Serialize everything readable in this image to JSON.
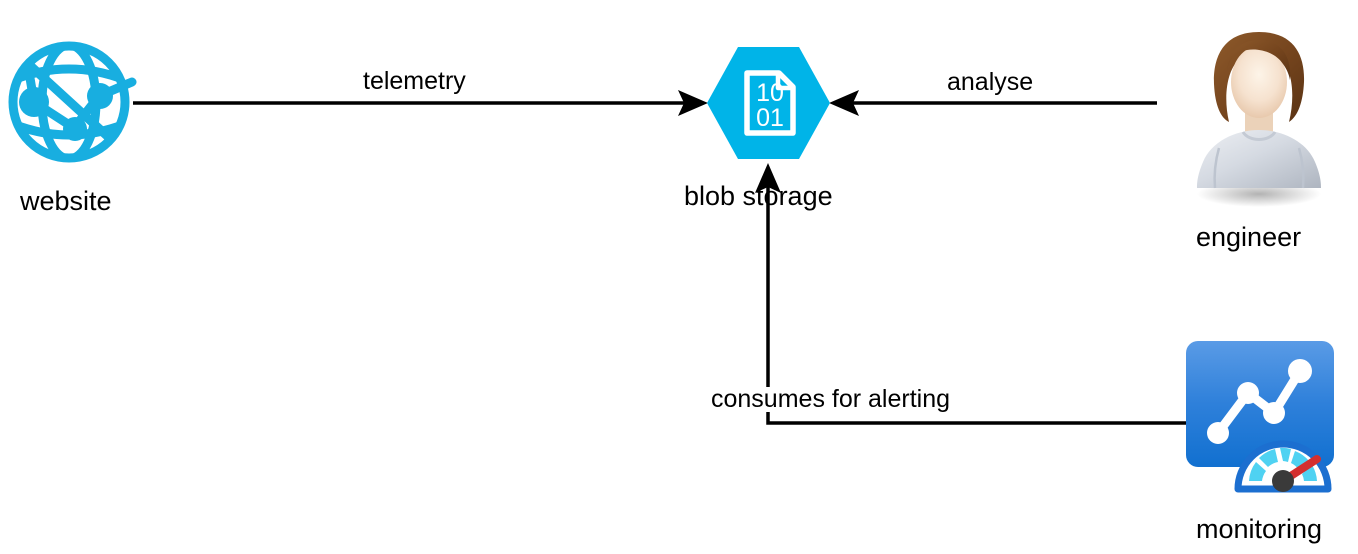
{
  "diagram": {
    "title": "telemetry pipeline architecture diagram",
    "background_color": "#ffffff",
    "stroke_color": "#000000",
    "nodes": [
      {
        "id": "website",
        "label": "website",
        "icon": "globe-network-icon",
        "color": "#18AEE0"
      },
      {
        "id": "blob_storage",
        "label": "blob storage",
        "icon": "hexagon-blob-storage-icon",
        "color": "#00B4E8",
        "glyph_top": "10",
        "glyph_bottom": "01"
      },
      {
        "id": "engineer",
        "label": "engineer",
        "icon": "person-avatar-icon",
        "color": "#B9BEC6"
      },
      {
        "id": "monitoring",
        "label": "monitoring",
        "icon": "monitoring-chart-gauge-icon",
        "color_top": "#4E93E2",
        "color_bottom": "#1272D2"
      }
    ],
    "edges": [
      {
        "id": "telemetry",
        "label": "telemetry",
        "from": "website",
        "to": "blob_storage",
        "direction": "right"
      },
      {
        "id": "analyse",
        "label": "analyse",
        "from": "engineer",
        "to": "blob_storage",
        "direction": "left"
      },
      {
        "id": "alerting",
        "label": "consumes for alerting",
        "from": "monitoring",
        "to": "blob_storage",
        "direction": "up"
      }
    ]
  }
}
